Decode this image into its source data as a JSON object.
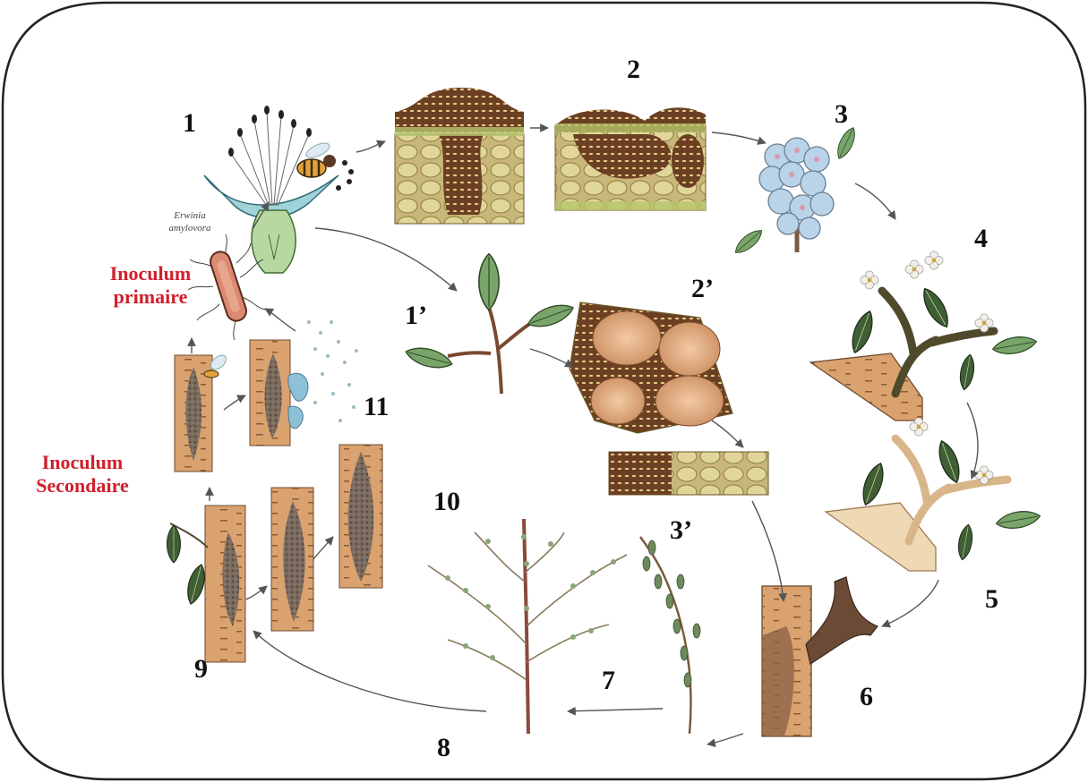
{
  "stages": {
    "s1": "1",
    "s1p": "1’",
    "s2": "2",
    "s2p": "2’",
    "s3": "3",
    "s3p": "3’",
    "s4": "4",
    "s5": "5",
    "s6": "6",
    "s7": "7",
    "s8": "8",
    "s9": "9",
    "s10": "10",
    "s11": "11"
  },
  "labels": {
    "primary_line1": "Inoculum",
    "primary_line2": "primaire",
    "secondary_line1": "Inoculum",
    "secondary_line2": "Secondaire",
    "pathogen_line1": "Erwinia",
    "pathogen_line2": "amylovora"
  },
  "colors": {
    "inoculum_text": "#cf1f2b",
    "bark": "#d9a26f",
    "leaf": "#3f6b3a",
    "ooze": "#5a3a22"
  }
}
